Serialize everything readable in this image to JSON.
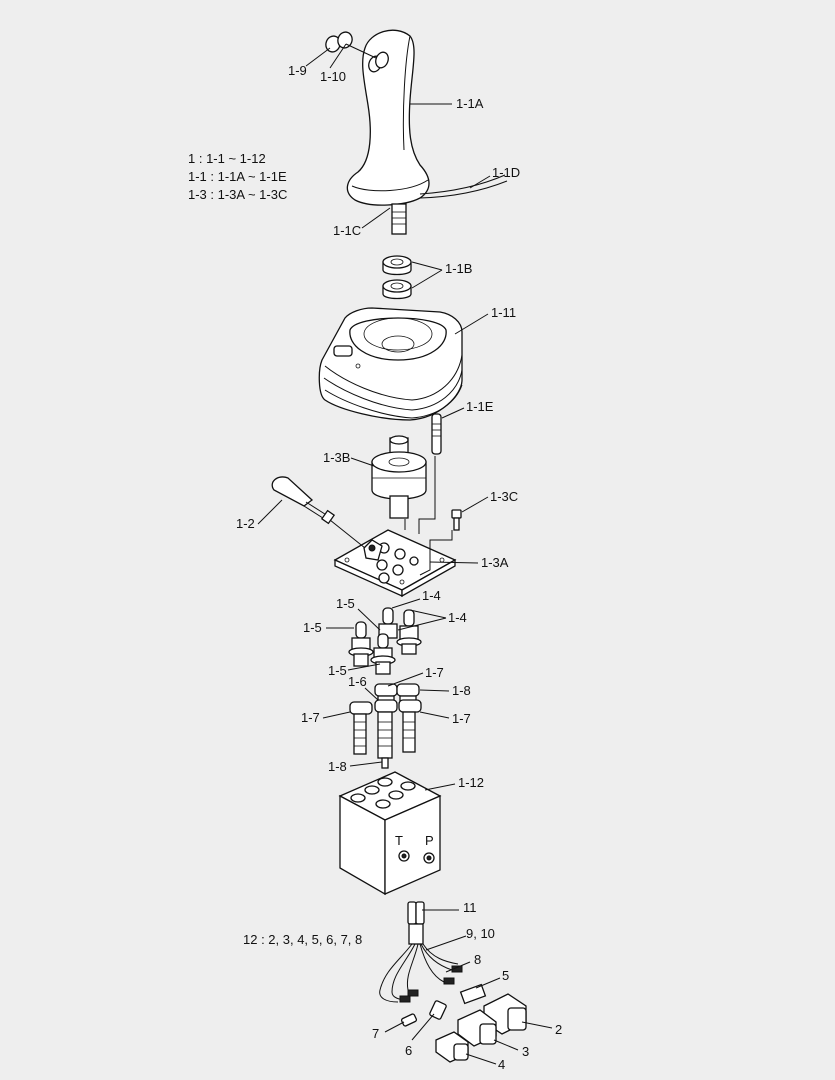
{
  "legend": [
    "1 : 1-1 ~ 1-12",
    "1-1 : 1-1A ~ 1-1E",
    "1-3 : 1-3A ~ 1-3C"
  ],
  "legend_bottom": "12 : 2, 3, 4, 5, 6, 7, 8",
  "labels": {
    "l1_9": "1-9",
    "l1_10": "1-10",
    "l1_1A": "1-1A",
    "l1_1D": "1-1D",
    "l1_1C": "1-1C",
    "l1_1B": "1-1B",
    "l1_11": "1-11",
    "l1_1E": "1-1E",
    "l1_3B": "1-3B",
    "l1_3C": "1-3C",
    "l1_2": "1-2",
    "l1_3A": "1-3A",
    "l1_4a": "1-4",
    "l1_5a": "1-5",
    "l1_4b": "1-4",
    "l1_5b": "1-5",
    "l1_5c": "1-5",
    "l1_7a": "1-7",
    "l1_6": "1-6",
    "l1_8a": "1-8",
    "l1_7b": "1-7",
    "l1_7c": "1-7",
    "l1_8b": "1-8",
    "l1_12": "1-12",
    "port_T": "T",
    "port_P": "P",
    "l11": "11",
    "l9_10": "9, 10",
    "l8": "8",
    "l5": "5",
    "l2": "2",
    "l7": "7",
    "l6": "6",
    "l3": "3",
    "l4": "4"
  }
}
